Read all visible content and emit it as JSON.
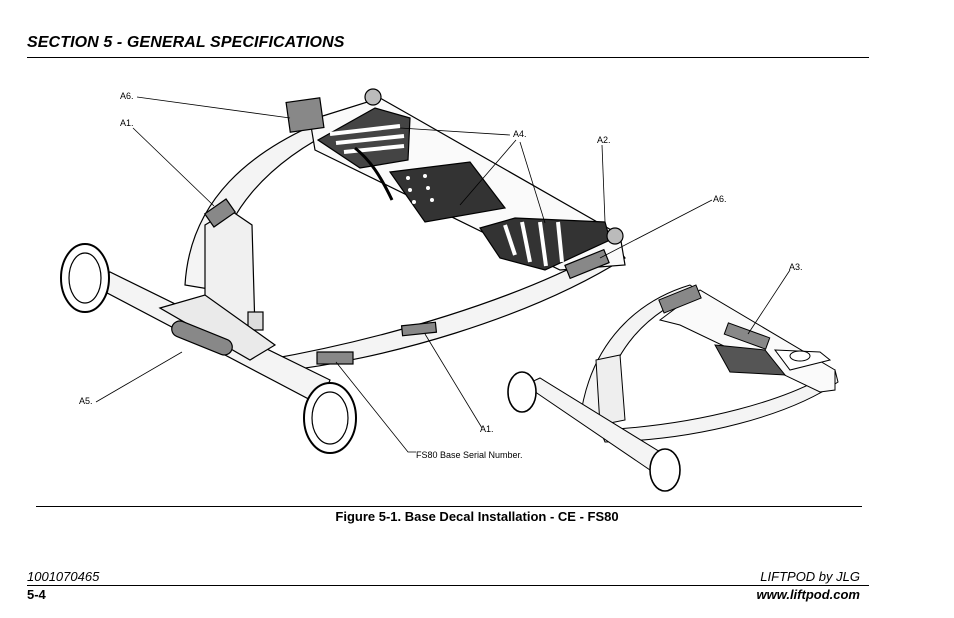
{
  "header": {
    "section_title": "SECTION 5 - GENERAL SPECIFICATIONS"
  },
  "figure": {
    "caption": "Figure 5-1. Base Decal Installation - CE - FS80",
    "callouts": {
      "a6_left": "A6.",
      "a1_top": "A1.",
      "a4": "A4.",
      "a2": "A2.",
      "a6_right": "A6.",
      "a3": "A3.",
      "a5": "A5.",
      "a1_bottom": "A1.",
      "serial": "FS80 Base Serial Number."
    }
  },
  "footer": {
    "doc_number": "1001070465",
    "page_number": "5-4",
    "brand": "LIFTPOD by JLG",
    "website": "www.liftpod.com"
  }
}
